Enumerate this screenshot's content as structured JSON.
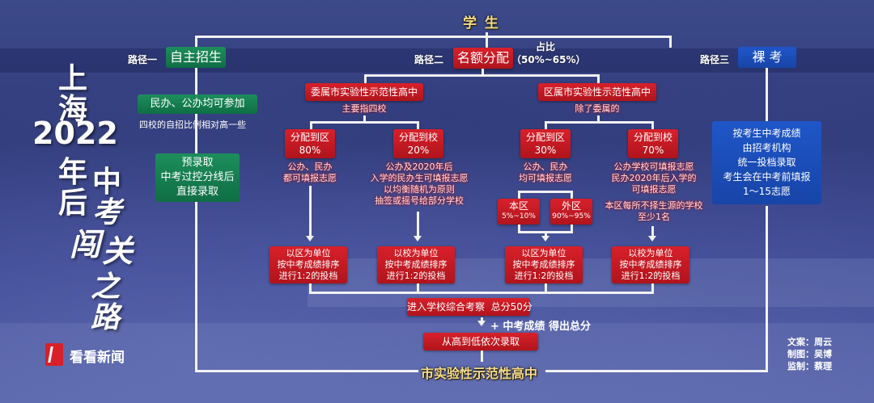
{
  "title": {
    "line1": [
      "上",
      "海"
    ],
    "year": "2022",
    "line2": [
      "年",
      "后"
    ],
    "subtitle": [
      "中",
      "考",
      "闯",
      "关",
      "之",
      "路"
    ]
  },
  "root": "学 生",
  "paths": {
    "one": {
      "label": "路径一",
      "name": "自主招生",
      "box1": "民办、公办均可参加",
      "note1": "四校的自招比例相对高一些",
      "box2": [
        "预录取",
        "中考过控分线后",
        "直接录取"
      ]
    },
    "two": {
      "label": "路径二",
      "name": "名额分配",
      "ratio_label": "占比",
      "ratio": "（50%~65%）",
      "branch_a": {
        "title": "委属市实验性示范性高中",
        "note": "主要指四校",
        "district": {
          "title": "分配到区",
          "pct": "80%",
          "desc": [
            "公办、民办",
            "都可填报志愿"
          ]
        },
        "school": {
          "title": "分配到校",
          "pct": "20%",
          "desc": [
            "公办及2020年后",
            "入学的民办生可填报志愿",
            "以均衡随机为原则",
            "抽签或摇号给部分学校"
          ]
        }
      },
      "branch_b": {
        "title": "区属市实验性示范性高中",
        "note": "除了委属的",
        "district": {
          "title": "分配到区",
          "pct": "30%",
          "desc": [
            "公办、民办",
            "均可填报志愿"
          ],
          "local": {
            "title": "本区",
            "pct": "5%~10%"
          },
          "other": {
            "title": "外区",
            "pct": "90%~95%"
          }
        },
        "school": {
          "title": "分配到校",
          "pct": "70%",
          "desc": [
            "公办学校可填报志愿",
            "民办2020年后入学的",
            "可填报志愿"
          ],
          "extra": [
            "本区每所不择生源的学校",
            "至少1名"
          ]
        }
      },
      "sorting": [
        [
          "以区为单位",
          "按中考成绩排序",
          "进行1:2的投档"
        ],
        [
          "以校为单位",
          "按中考成绩排序",
          "进行1:2的投档"
        ],
        [
          "以区为单位",
          "按中考成绩排序",
          "进行1:2的投档"
        ],
        [
          "以校为单位",
          "按中考成绩排序",
          "进行1:2的投档"
        ]
      ],
      "review": "进入学校综合考察  总分50分",
      "plus": "+ 中考成绩 得出总分",
      "admit": "从高到低依次录取"
    },
    "three": {
      "label": "路径三",
      "name": "裸 考",
      "desc": [
        "按考生中考成绩",
        "由招考机构",
        "统一投档录取",
        "考生会在中考前填报",
        "1～15志愿"
      ]
    }
  },
  "final": "市实验性示范性高中",
  "brand": "看看新闻",
  "credits": [
    "文案：周云",
    "制图：吴博",
    "监制：蔡理"
  ],
  "colors": {
    "red": "#c8181f",
    "green": "#137a4e",
    "blue": "#1a4fbf",
    "gold": "#f5dc8c",
    "bg": "#34408a"
  }
}
